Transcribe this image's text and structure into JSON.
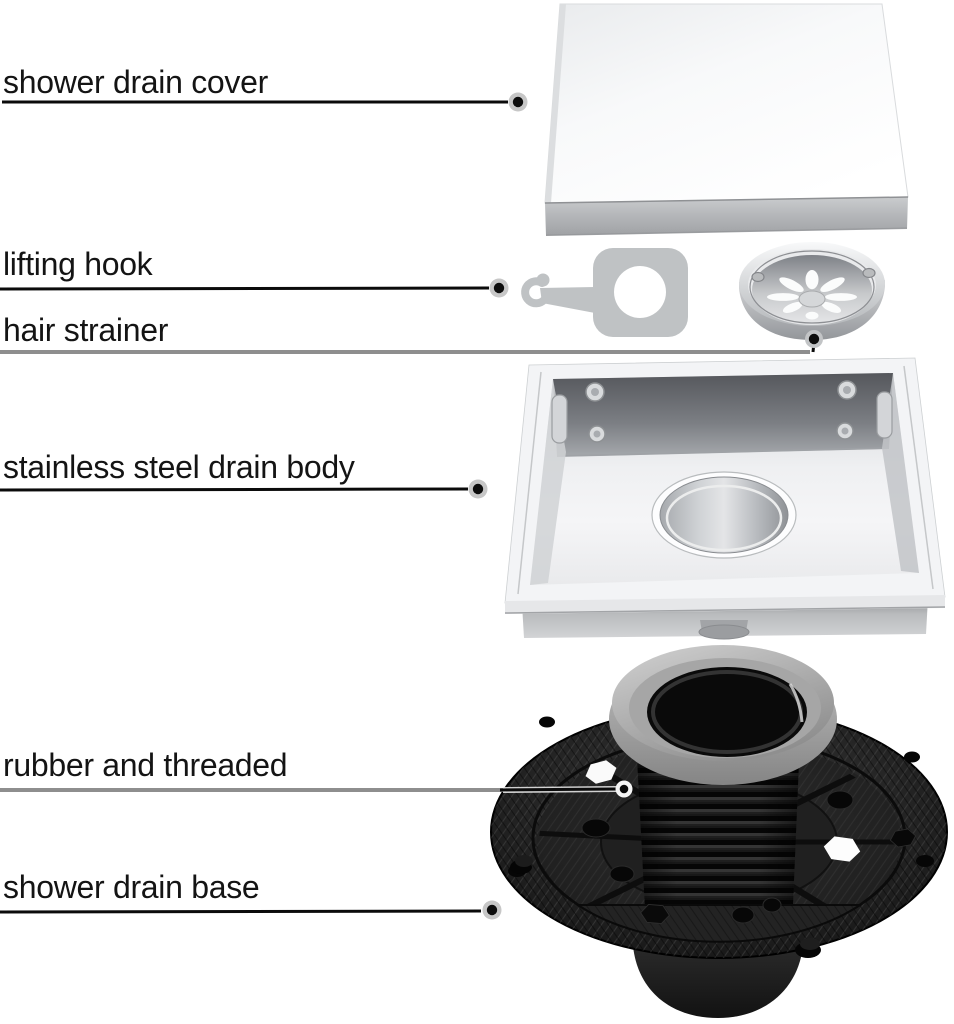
{
  "diagram": {
    "labels": {
      "cover": "shower drain cover",
      "lifting_hook": "lifting hook",
      "hair_strainer": "hair strainer",
      "drain_body": "stainless steel drain body",
      "rubber_threaded": "rubber and threaded",
      "drain_base": "shower drain base"
    },
    "colors": {
      "label_text": "#141414",
      "callout_line_black": "#0b0b0b",
      "callout_line_gray": "#8e8e8e",
      "callout_dot_core": "#0d0d0d",
      "callout_dot_halo": "#c7c7c7",
      "callout_dot_ring_white": "#f5f5f5",
      "steel_light": "#f3f4f6",
      "steel_shadow": "#9da0a3",
      "hook_gray": "#bfc2c4",
      "base_black": "#1b1b1b",
      "rubber_gray": "#9b9b9b"
    }
  }
}
